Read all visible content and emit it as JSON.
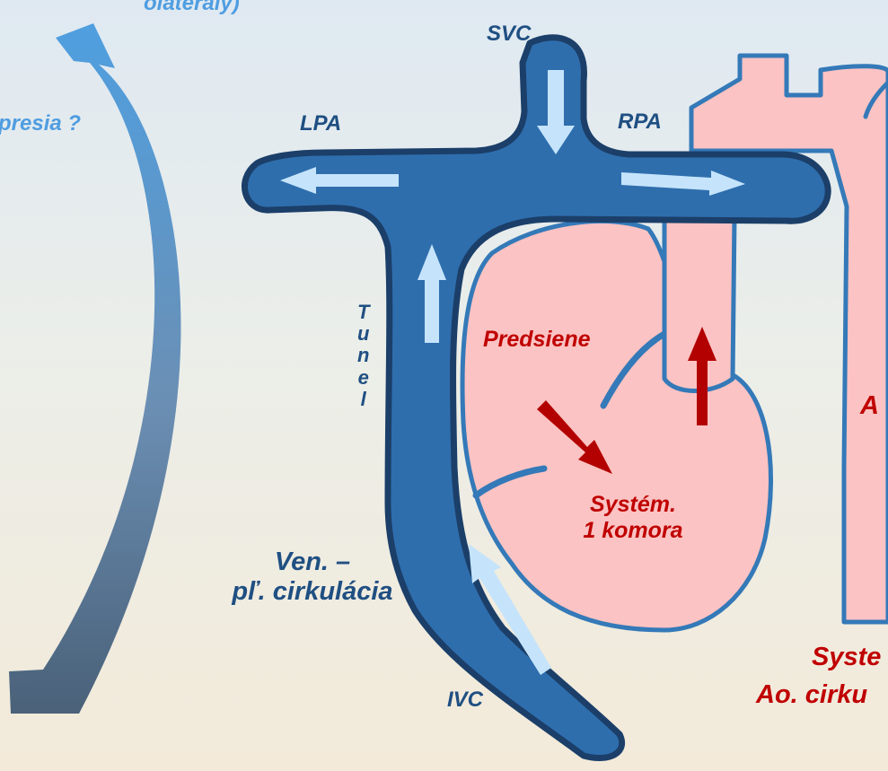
{
  "labels": {
    "top_left_partial": "olaterály)",
    "atresia_partial": "presia ?",
    "svc": "SVC",
    "lpa": "LPA",
    "rpa": "RPA",
    "tunel_letters": [
      "T",
      "u",
      "n",
      "e",
      "l"
    ],
    "predsiene": "Predsiene",
    "ventricle_line1": "Systém.",
    "ventricle_line2": "1 komora",
    "ven_circ_line1": "Ven. –",
    "ven_circ_line2": "pľ. cirkulácia",
    "ivc": "IVC",
    "aorta_partial": "A",
    "systemic_partial_line1": "Syste",
    "systemic_partial_line2": "Ao. cirku"
  },
  "colors": {
    "venous_fill": "#2f6ead",
    "venous_outline": "#1b3f69",
    "flow_arrow": "#c5e4fb",
    "heart_fill": "#fbc3c3",
    "heart_outline": "#3479b8",
    "red_arrow": "#b30000",
    "red_text": "#c00000",
    "blue_text": "#1f4f82",
    "light_blue_text": "#4f9de0"
  }
}
